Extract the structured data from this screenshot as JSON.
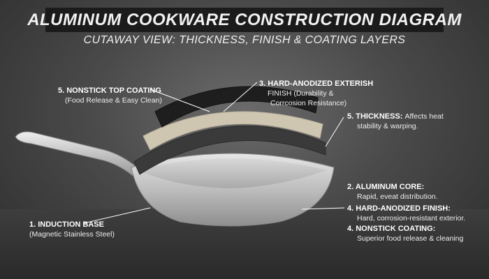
{
  "title": "ALUMINUM COOKWARE CONSTRUCTION DIAGRAM",
  "subtitle": "CUTAWAY VIEW: THICKNESS, FINISH & COATING LAYERS",
  "labels": {
    "nonstick_top": {
      "heading": "5. NONSTICK TOP COATING",
      "detail": "(Food Release & Easy Clean)"
    },
    "hard_anodized_exterish": {
      "heading": "3. HARD-ANODIZED EXTERISH",
      "detail_line1": "FINISH (Durability &",
      "detail_line2": "Corrcosion Resistance)",
      "detail_prefix": "FINISH"
    },
    "thickness": {
      "heading": "5. THICKNESS:",
      "detail_inline": "Affects heat",
      "detail_line2": "stability & warping."
    },
    "aluminum_core": {
      "heading": "2. ALUMINUM CORE:",
      "detail": "Rapid, eveat distribution."
    },
    "hard_anodized_finish": {
      "heading": "4. HARD-ANODIZED FINISH:",
      "detail": "Hard, corrosion-resistant exterior."
    },
    "nonstick_coating": {
      "heading": "4. NONSTICK COATING:",
      "detail": "Superior food release & cleaning"
    },
    "induction_base": {
      "heading": "1. INDUCTION BASE",
      "detail": "(Magnetic Stainless Steel)"
    }
  },
  "colors": {
    "title_bar": "#1b1b1b",
    "nonstick_layer": "#1e1e1e",
    "beige_layer": "#cfc6b2",
    "dark_layer": "#3a3a3a",
    "pan_silver": "#c9c9c9",
    "leader_line": "#ffffff"
  }
}
